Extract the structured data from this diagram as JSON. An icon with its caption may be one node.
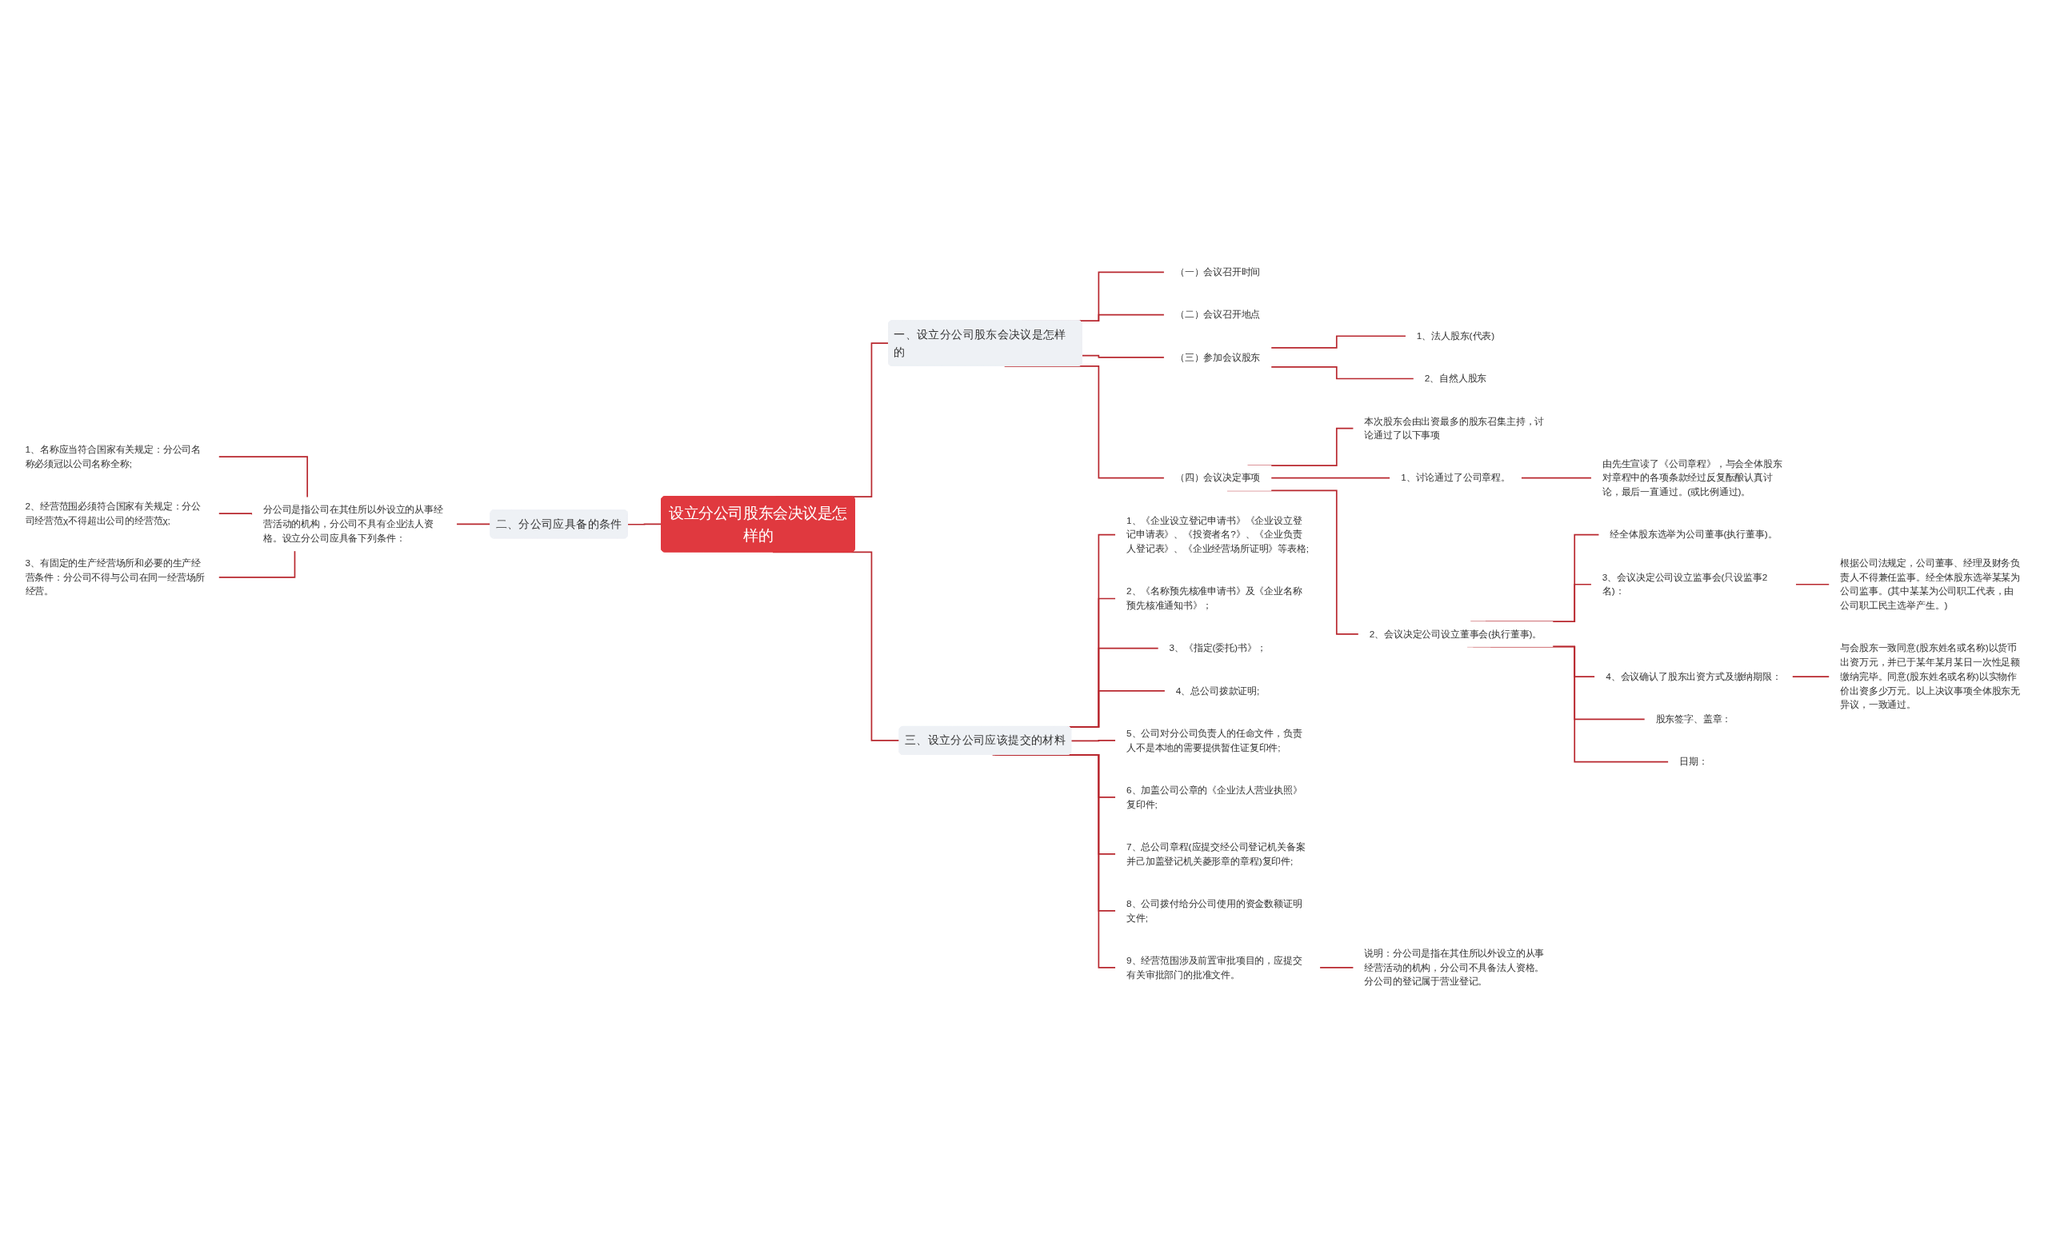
{
  "diagram": {
    "nodes": [
      {
        "text": [
          "设立分公司股东会决议是怎样的"
        ]
      },
      {
        "text": [
          "一、设立分公司股东会决议是怎样的"
        ]
      },
      {
        "text": [
          "（一）会议召开时间"
        ]
      },
      {
        "text": [
          "（二）会议召开地点"
        ]
      },
      {
        "text": [
          "（三）参加会议股东"
        ]
      },
      {
        "text": [
          "1、法人股东(代表)"
        ]
      },
      {
        "text": [
          "2、自然人股东"
        ]
      },
      {
        "text": [
          "（四）会议决定事项"
        ]
      },
      {
        "text": [
          "本次股东会由出资最多的股东召集主持，讨论通过了以下事项"
        ]
      },
      {
        "text": [
          "1、讨论通过了公司章程。"
        ]
      },
      {
        "text": [
          "由先生宣读了《公司章程》，与会全体股东对章程中的各项条款经过反复酝酿认真讨论，最后一直通过。(或比例通过)。"
        ]
      },
      {
        "text": [
          "2、会议决定公司设立董事会(执行董事)。"
        ]
      },
      {
        "text": [
          "经全体股东选举为公司董事(执行董事)。"
        ]
      },
      {
        "text": [
          "3、会议决定公司设立监事会(只设监事2名)："
        ]
      },
      {
        "text": [
          "根据公司法规定，公司董事、经理及财务负责人不得兼任监事。经全体股东选举某某为公司监事。(其中某某为公司职工代表，由公司职工民主选举产生。)"
        ]
      },
      {
        "text": [
          "4、会议确认了股东出资方式及缴纳期限："
        ]
      },
      {
        "text": [
          "与会股东一致同意(股东姓名或名称)以货币出资万元，并已于某年某月某日一次性足额缴纳完毕。同意(股东姓名或名称)以实物作价出资多少万元。以上决议事项全体股东无异议，一致通过。"
        ]
      },
      {
        "text": [
          "股东签字、盖章："
        ]
      },
      {
        "text": [
          "日期："
        ]
      },
      {
        "text": [
          "二、分公司应具备的条件"
        ]
      },
      {
        "text": [
          "分公司是指公司在其住所以外设立的从事经营活动的机构，分公司不具有企业法人资格。设立分公司应具备下列条件："
        ]
      },
      {
        "text": [
          "1、名称应当符合国家有关规定：分公司名称必须冠以公司名称全称;"
        ]
      },
      {
        "text": [
          "2、经营范围必须符合国家有关规定：分公司经营范χ不得超出公司的经营范χ;"
        ]
      },
      {
        "text": [
          "3、有固定的生产经营场所和必要的生产经营条件：分公司不得与公司在同一经营场所经营。"
        ]
      },
      {
        "text": [
          "三、设立分公司应该提交的材料"
        ]
      },
      {
        "text": [
          "1、《企业设立登记申请书》《企业设立登记申请表》、《投资者名?》、《企业负责人登记表》、《企业经营场所证明》等表格;"
        ]
      },
      {
        "text": [
          "2、《名称预先核准申请书》及《企业名称预先核准通知书》；"
        ]
      },
      {
        "text": [
          "3、《指定(委托)书》；"
        ]
      },
      {
        "text": [
          "4、总公司拨款证明;"
        ]
      },
      {
        "text": [
          "5、公司对分公司负责人的任命文件，负责人不是本地的需要提供暂住证复印件;"
        ]
      },
      {
        "text": [
          "6、加盖公司公章的《企业法人营业执照》复印件;"
        ]
      },
      {
        "text": [
          "7、总公司章程(应提交经公司登记机关备案并己加盖登记机关菱形章的章程)复印件;"
        ]
      },
      {
        "text": [
          "8、公司拨付给分公司使用的资金数额证明文件;"
        ]
      },
      {
        "text": [
          "9、经营范围涉及前置审批项目的，应提交有关审批部门的批准文件。"
        ]
      },
      {
        "text": [
          "说明：分公司是指在其住所以外设立的从事经营活动的机构，分公司不具备法人资格。分公司的登记属于营业登记。"
        ]
      }
    ],
    "edges": [
      {
        "from": 0,
        "to": 1,
        "arrow": "none"
      },
      {
        "from": 1,
        "to": 2,
        "arrow": "none"
      },
      {
        "from": 1,
        "to": 3,
        "arrow": "none"
      },
      {
        "from": 1,
        "to": 4,
        "arrow": "none"
      },
      {
        "from": 4,
        "to": 5,
        "arrow": "none"
      },
      {
        "from": 4,
        "to": 6,
        "arrow": "none"
      },
      {
        "from": 1,
        "to": 7,
        "arrow": "none"
      },
      {
        "from": 7,
        "to": 8,
        "arrow": "none"
      },
      {
        "from": 7,
        "to": 9,
        "arrow": "none"
      },
      {
        "from": 9,
        "to": 10,
        "arrow": "none"
      },
      {
        "from": 7,
        "to": 11,
        "arrow": "none"
      },
      {
        "from": 11,
        "to": 12,
        "arrow": "none"
      },
      {
        "from": 11,
        "to": 13,
        "arrow": "none"
      },
      {
        "from": 13,
        "to": 14,
        "arrow": "none"
      },
      {
        "from": 11,
        "to": 15,
        "arrow": "none"
      },
      {
        "from": 15,
        "to": 16,
        "arrow": "none"
      },
      {
        "from": 11,
        "to": 17,
        "arrow": "none"
      },
      {
        "from": 11,
        "to": 18,
        "arrow": "none"
      },
      {
        "from": 19,
        "to": 0,
        "arrow": "none"
      },
      {
        "from": 20,
        "to": 19,
        "arrow": "none"
      },
      {
        "from": 21,
        "to": 20,
        "arrow": "none"
      },
      {
        "from": 22,
        "to": 20,
        "arrow": "none"
      },
      {
        "from": 23,
        "to": 20,
        "arrow": "none"
      },
      {
        "from": 0,
        "to": 24,
        "arrow": "none"
      },
      {
        "from": 24,
        "to": 25,
        "arrow": "none"
      },
      {
        "from": 24,
        "to": 26,
        "arrow": "none"
      },
      {
        "from": 24,
        "to": 27,
        "arrow": "none"
      },
      {
        "from": 24,
        "to": 28,
        "arrow": "none"
      },
      {
        "from": 24,
        "to": 29,
        "arrow": "none"
      },
      {
        "from": 24,
        "to": 30,
        "arrow": "none"
      },
      {
        "from": 24,
        "to": 31,
        "arrow": "none"
      },
      {
        "from": 24,
        "to": 32,
        "arrow": "none"
      },
      {
        "from": 24,
        "to": 33,
        "arrow": "none"
      },
      {
        "from": 33,
        "to": 34,
        "arrow": "none"
      }
    ]
  }
}
